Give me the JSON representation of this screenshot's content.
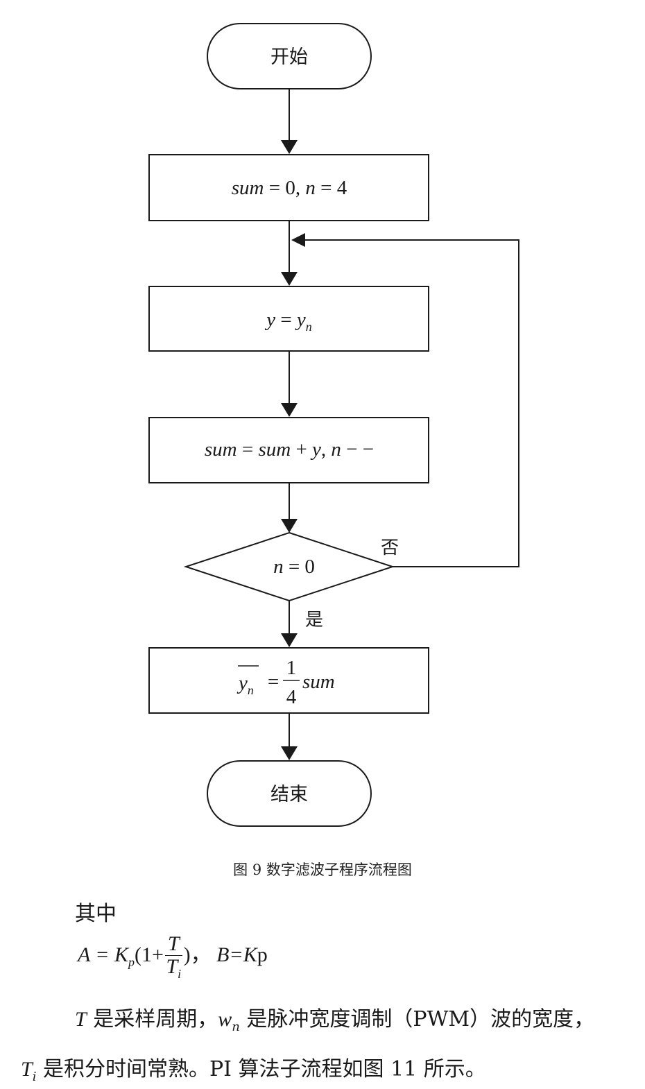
{
  "flowchart": {
    "start": "开始",
    "init": "sum = 0, n = 4",
    "assign": "y = y_n",
    "accumulate": "sum = sum + y, n − −",
    "decision": "n = 0",
    "no_label": "否",
    "yes_label": "是",
    "result_lhs": "y_n",
    "result_frac_num": "1",
    "result_frac_den": "4",
    "result_rhs": "sum",
    "end": "结束"
  },
  "caption": "图 9 数字滤波子程序流程图",
  "text": {
    "intro": "其中",
    "formula_A_prefix": "A = K",
    "formula_A_sub": "p",
    "formula_A_open": "(1+",
    "formula_A_num": "T",
    "formula_A_den": "T",
    "formula_A_den_sub": "i",
    "formula_A_close": ")，",
    "formula_B": "B=K",
    "formula_B_sub": "p",
    "line1_T": "T",
    "line1_a": " 是采样周期，",
    "line1_w": "w",
    "line1_w_sub": "n",
    "line1_b": " 是脉冲宽度调制（PWM）波的宽度，",
    "line2_T": "T",
    "line2_T_sub": "i",
    "line2_b": " 是积分时间常熟。PI 算法子流程如图 11 所示。"
  }
}
